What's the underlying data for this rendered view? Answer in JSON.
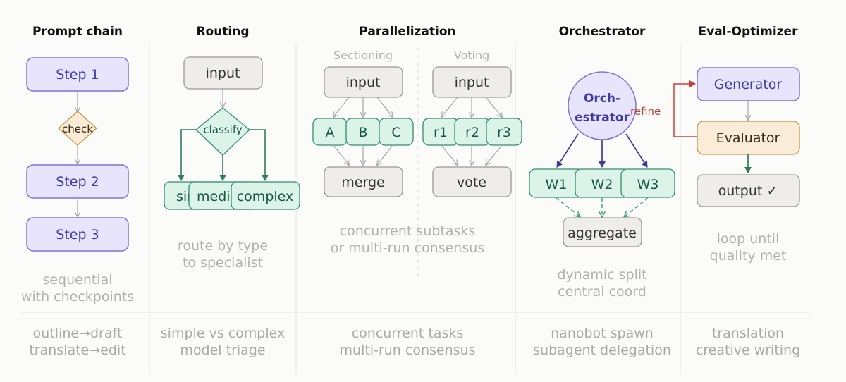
{
  "colors": {
    "purple_fill": "#e8e4fb",
    "purple_stroke": "#7d74d6",
    "green_fill": "#dcf3ea",
    "green_stroke": "#2f8f6b",
    "gray_fill": "#efedea",
    "orange_fill": "#fbecd7",
    "red": "#c9403a"
  },
  "columns": [
    {
      "title": "Prompt chain",
      "nodes": {
        "step1": "Step 1",
        "check": "check",
        "step2": "Step 2",
        "step3": "Step 3"
      },
      "caption": [
        "sequential",
        "with checkpoints"
      ],
      "examples": [
        "outline→draft",
        "translate→edit"
      ]
    },
    {
      "title": "Routing",
      "nodes": {
        "input": "input",
        "classify": "classify",
        "simple": "simple",
        "medium": "medium",
        "complex": "complex"
      },
      "caption": [
        "route by type",
        "to specialist"
      ],
      "examples": [
        "simple vs complex",
        "model triage"
      ]
    },
    {
      "title": "Parallelization",
      "sectioning": {
        "label": "Sectioning",
        "input": "input",
        "a": "A",
        "b": "B",
        "c": "C",
        "merge": "merge"
      },
      "voting": {
        "label": "Voting",
        "input": "input",
        "r1": "r1",
        "r2": "r2",
        "r3": "r3",
        "vote": "vote"
      },
      "caption": [
        "concurrent subtasks",
        "or multi-run consensus"
      ],
      "examples": [
        "concurrent tasks",
        "multi-run consensus"
      ]
    },
    {
      "title": "Orchestrator",
      "nodes": {
        "orch_line1": "Orch-",
        "orch_line2": "estrator",
        "w1": "W1",
        "w2": "W2",
        "w3": "W3",
        "aggregate": "aggregate"
      },
      "caption": [
        "dynamic split",
        "central coord"
      ],
      "examples": [
        "nanobot spawn",
        "subagent delegation"
      ]
    },
    {
      "title": "Eval-Optimizer",
      "nodes": {
        "generator": "Generator",
        "evaluator": "Evaluator",
        "output": "output ✓",
        "refine": "refine"
      },
      "caption": [
        "loop until",
        "quality met"
      ],
      "examples": [
        "translation",
        "creative writing"
      ]
    }
  ]
}
